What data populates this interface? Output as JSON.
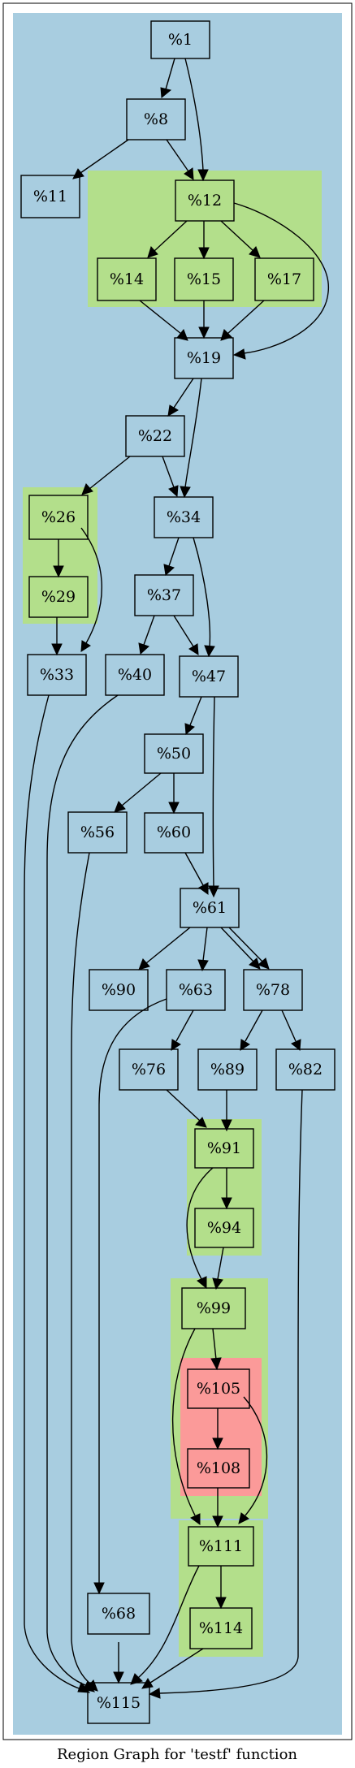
{
  "caption": "Region Graph for 'testf' function",
  "colors": {
    "outer_region": "#a8cde0",
    "green_region": "#b3df8b",
    "red_region": "#fb9a99",
    "node_fill": "none"
  },
  "nodes": {
    "n1": "%1",
    "n8": "%8",
    "n11": "%11",
    "n12": "%12",
    "n14": "%14",
    "n15": "%15",
    "n17": "%17",
    "n19": "%19",
    "n22": "%22",
    "n26": "%26",
    "n29": "%29",
    "n33": "%33",
    "n34": "%34",
    "n37": "%37",
    "n40": "%40",
    "n47": "%47",
    "n50": "%50",
    "n56": "%56",
    "n60": "%60",
    "n61": "%61",
    "n63": "%63",
    "n68": "%68",
    "n76": "%76",
    "n78": "%78",
    "n82": "%82",
    "n89": "%89",
    "n90": "%90",
    "n91": "%91",
    "n94": "%94",
    "n99": "%99",
    "n105": "%105",
    "n108": "%108",
    "n111": "%111",
    "n114": "%114",
    "n115": "%115"
  }
}
